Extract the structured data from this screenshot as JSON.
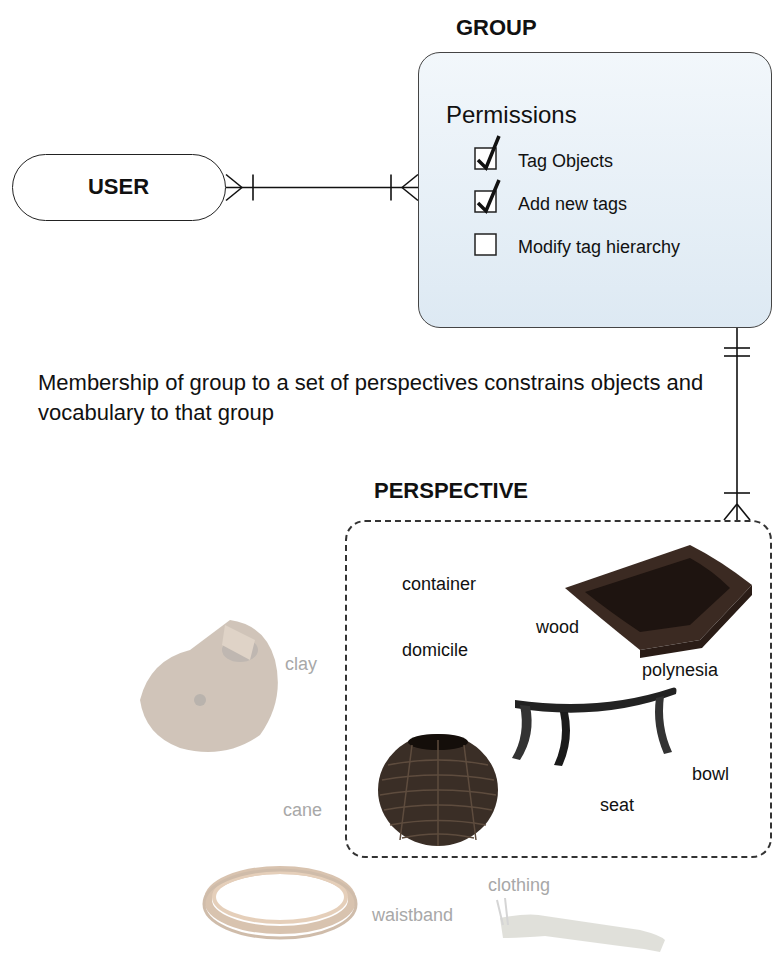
{
  "diagram": {
    "nodes": [
      {
        "text": [
          "USER"
        ]
      },
      {
        "text": [
          "GROUP",
          "Permissions",
          "Tag Objects",
          "Add new tags",
          "Modify tag hierarchy"
        ]
      },
      {
        "text": [
          "PERSPECTIVE",
          "container",
          "domicile",
          "wood",
          "polynesia",
          "bowl",
          "seat"
        ]
      }
    ],
    "edges": [
      {
        "from": 0,
        "to": 1,
        "arrow": "none"
      },
      {
        "from": 1,
        "to": 2,
        "arrow": "none"
      }
    ],
    "labels": [
      "Membership of group to a set of perspectives constrains objects and vocabulary to that group",
      "clay",
      "cane",
      "clothing",
      "waistband"
    ]
  }
}
